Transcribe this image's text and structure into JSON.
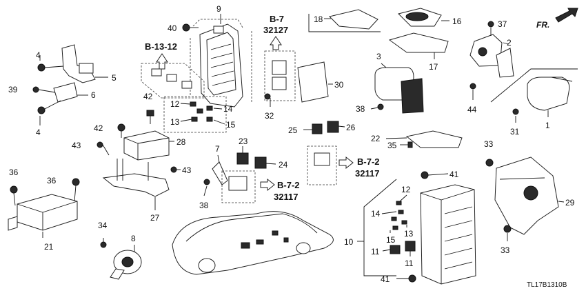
{
  "callouts": {
    "c1": "1",
    "c2": "2",
    "c3": "3",
    "c4a": "4",
    "c4b": "4",
    "c5": "5",
    "c6": "6",
    "c7": "7",
    "c8": "8",
    "c9": "9",
    "c10": "10",
    "c11a": "11",
    "c11b": "11",
    "c12a": "12",
    "c12b": "12",
    "c13a": "13",
    "c13b": "13",
    "c14a": "14",
    "c14b": "14",
    "c15a": "15",
    "c15b": "15",
    "c16": "16",
    "c17": "17",
    "c18": "18",
    "c21": "21",
    "c22": "22",
    "c23": "23",
    "c24": "24",
    "c25": "25",
    "c26": "26",
    "c27": "27",
    "c28": "28",
    "c29": "29",
    "c30": "30",
    "c31": "31",
    "c32": "32",
    "c33a": "33",
    "c33b": "33",
    "c34": "34",
    "c35": "35",
    "c36a": "36",
    "c36b": "36",
    "c37": "37",
    "c38a": "38",
    "c38b": "38",
    "c39": "39",
    "c40": "40",
    "c41a": "41",
    "c41b": "41",
    "c42a": "42",
    "c42b": "42",
    "c43a": "43",
    "c43b": "43",
    "c44": "44"
  },
  "references": {
    "b13_12": {
      "label": "B-13-12"
    },
    "b7": {
      "label": "B-7",
      "code": "32127"
    },
    "b7_2_left": {
      "label": "B-7-2",
      "code": "32117"
    },
    "b7_2_right": {
      "label": "B-7-2",
      "code": "32117"
    }
  },
  "direction_marker": "FR.",
  "drawing_number": "TL17B1310B"
}
